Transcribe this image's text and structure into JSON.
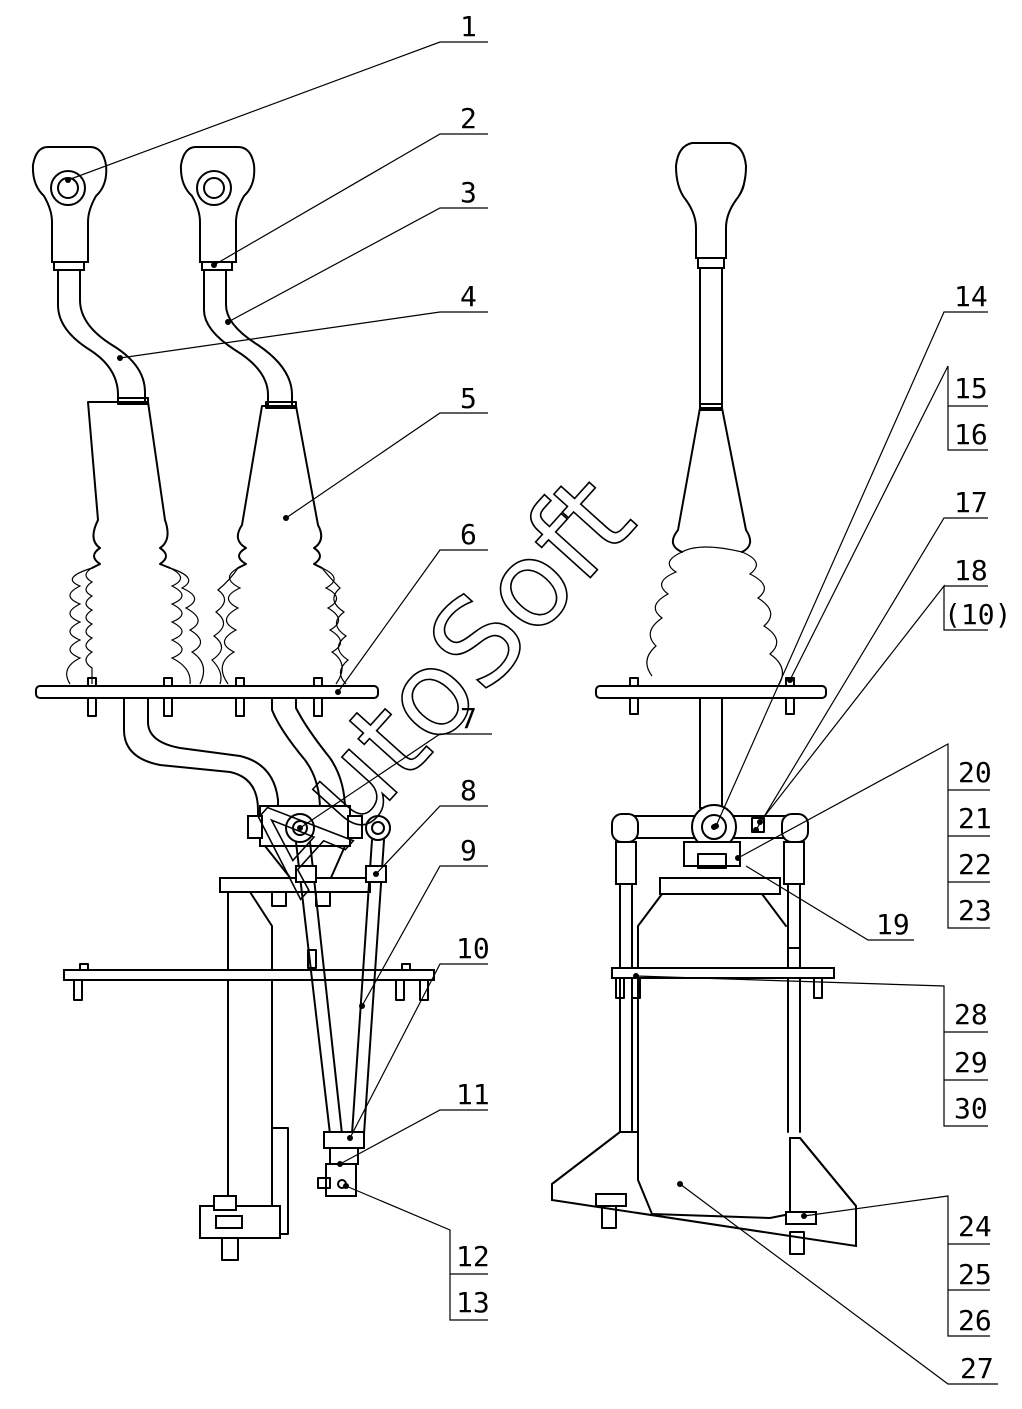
{
  "watermark": "AutoSoft",
  "labels": {
    "l1": "1",
    "l2": "2",
    "l3": "3",
    "l4": "4",
    "l5": "5",
    "l6": "6",
    "l7": "7",
    "l8": "8",
    "l9": "9",
    "l10": "10",
    "l11": "11",
    "l12": "12",
    "l13": "13",
    "l14": "14",
    "l15": "15",
    "l16": "16",
    "l17": "17",
    "l18": "18",
    "l18b": "(10)",
    "l19": "19",
    "l20": "20",
    "l21": "21",
    "l22": "22",
    "l23": "23",
    "l24": "24",
    "l25": "25",
    "l26": "26",
    "l27": "27",
    "l28": "28",
    "l29": "29",
    "l30": "30"
  }
}
